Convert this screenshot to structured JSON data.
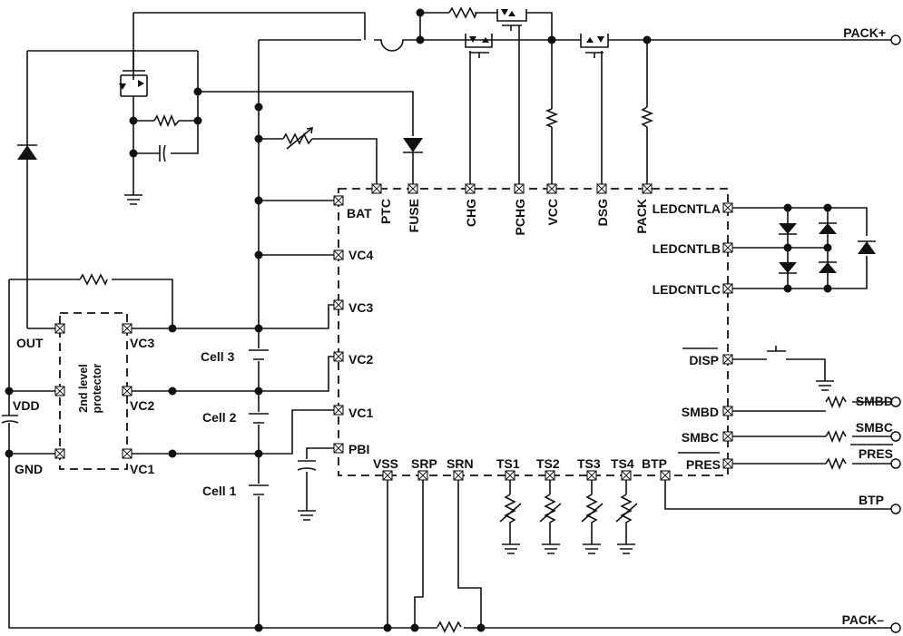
{
  "gauge_pins": {
    "left": [
      "BAT",
      "VC4",
      "VC3",
      "VC2",
      "VC1",
      "PBI"
    ],
    "top": [
      "PTC",
      "FUSE",
      "CHG",
      "PCHG",
      "VCC",
      "DSG",
      "PACK"
    ],
    "bottom": [
      "VSS",
      "SRP",
      "SRN",
      "TS1",
      "TS2",
      "TS3",
      "TS4",
      "BTP"
    ],
    "right": [
      "LEDCNTLA",
      "LEDCNTLB",
      "LEDCNTLC",
      "DISP",
      "SMBD",
      "SMBC",
      "PRES"
    ]
  },
  "protector": {
    "title_line1": "2nd level",
    "title_line2": "protector",
    "left_pins": [
      "OUT",
      "VDD",
      "GND"
    ],
    "right_pins": [
      "VC3",
      "VC2",
      "VC1"
    ]
  },
  "cells": [
    "Cell 3",
    "Cell 2",
    "Cell 1"
  ],
  "terminals": {
    "pack_plus": "PACK+",
    "pack_minus": "PACK–",
    "smbd": "SMBD",
    "smbc": "SMBC",
    "pres": "PRES",
    "btp": "BTP"
  }
}
